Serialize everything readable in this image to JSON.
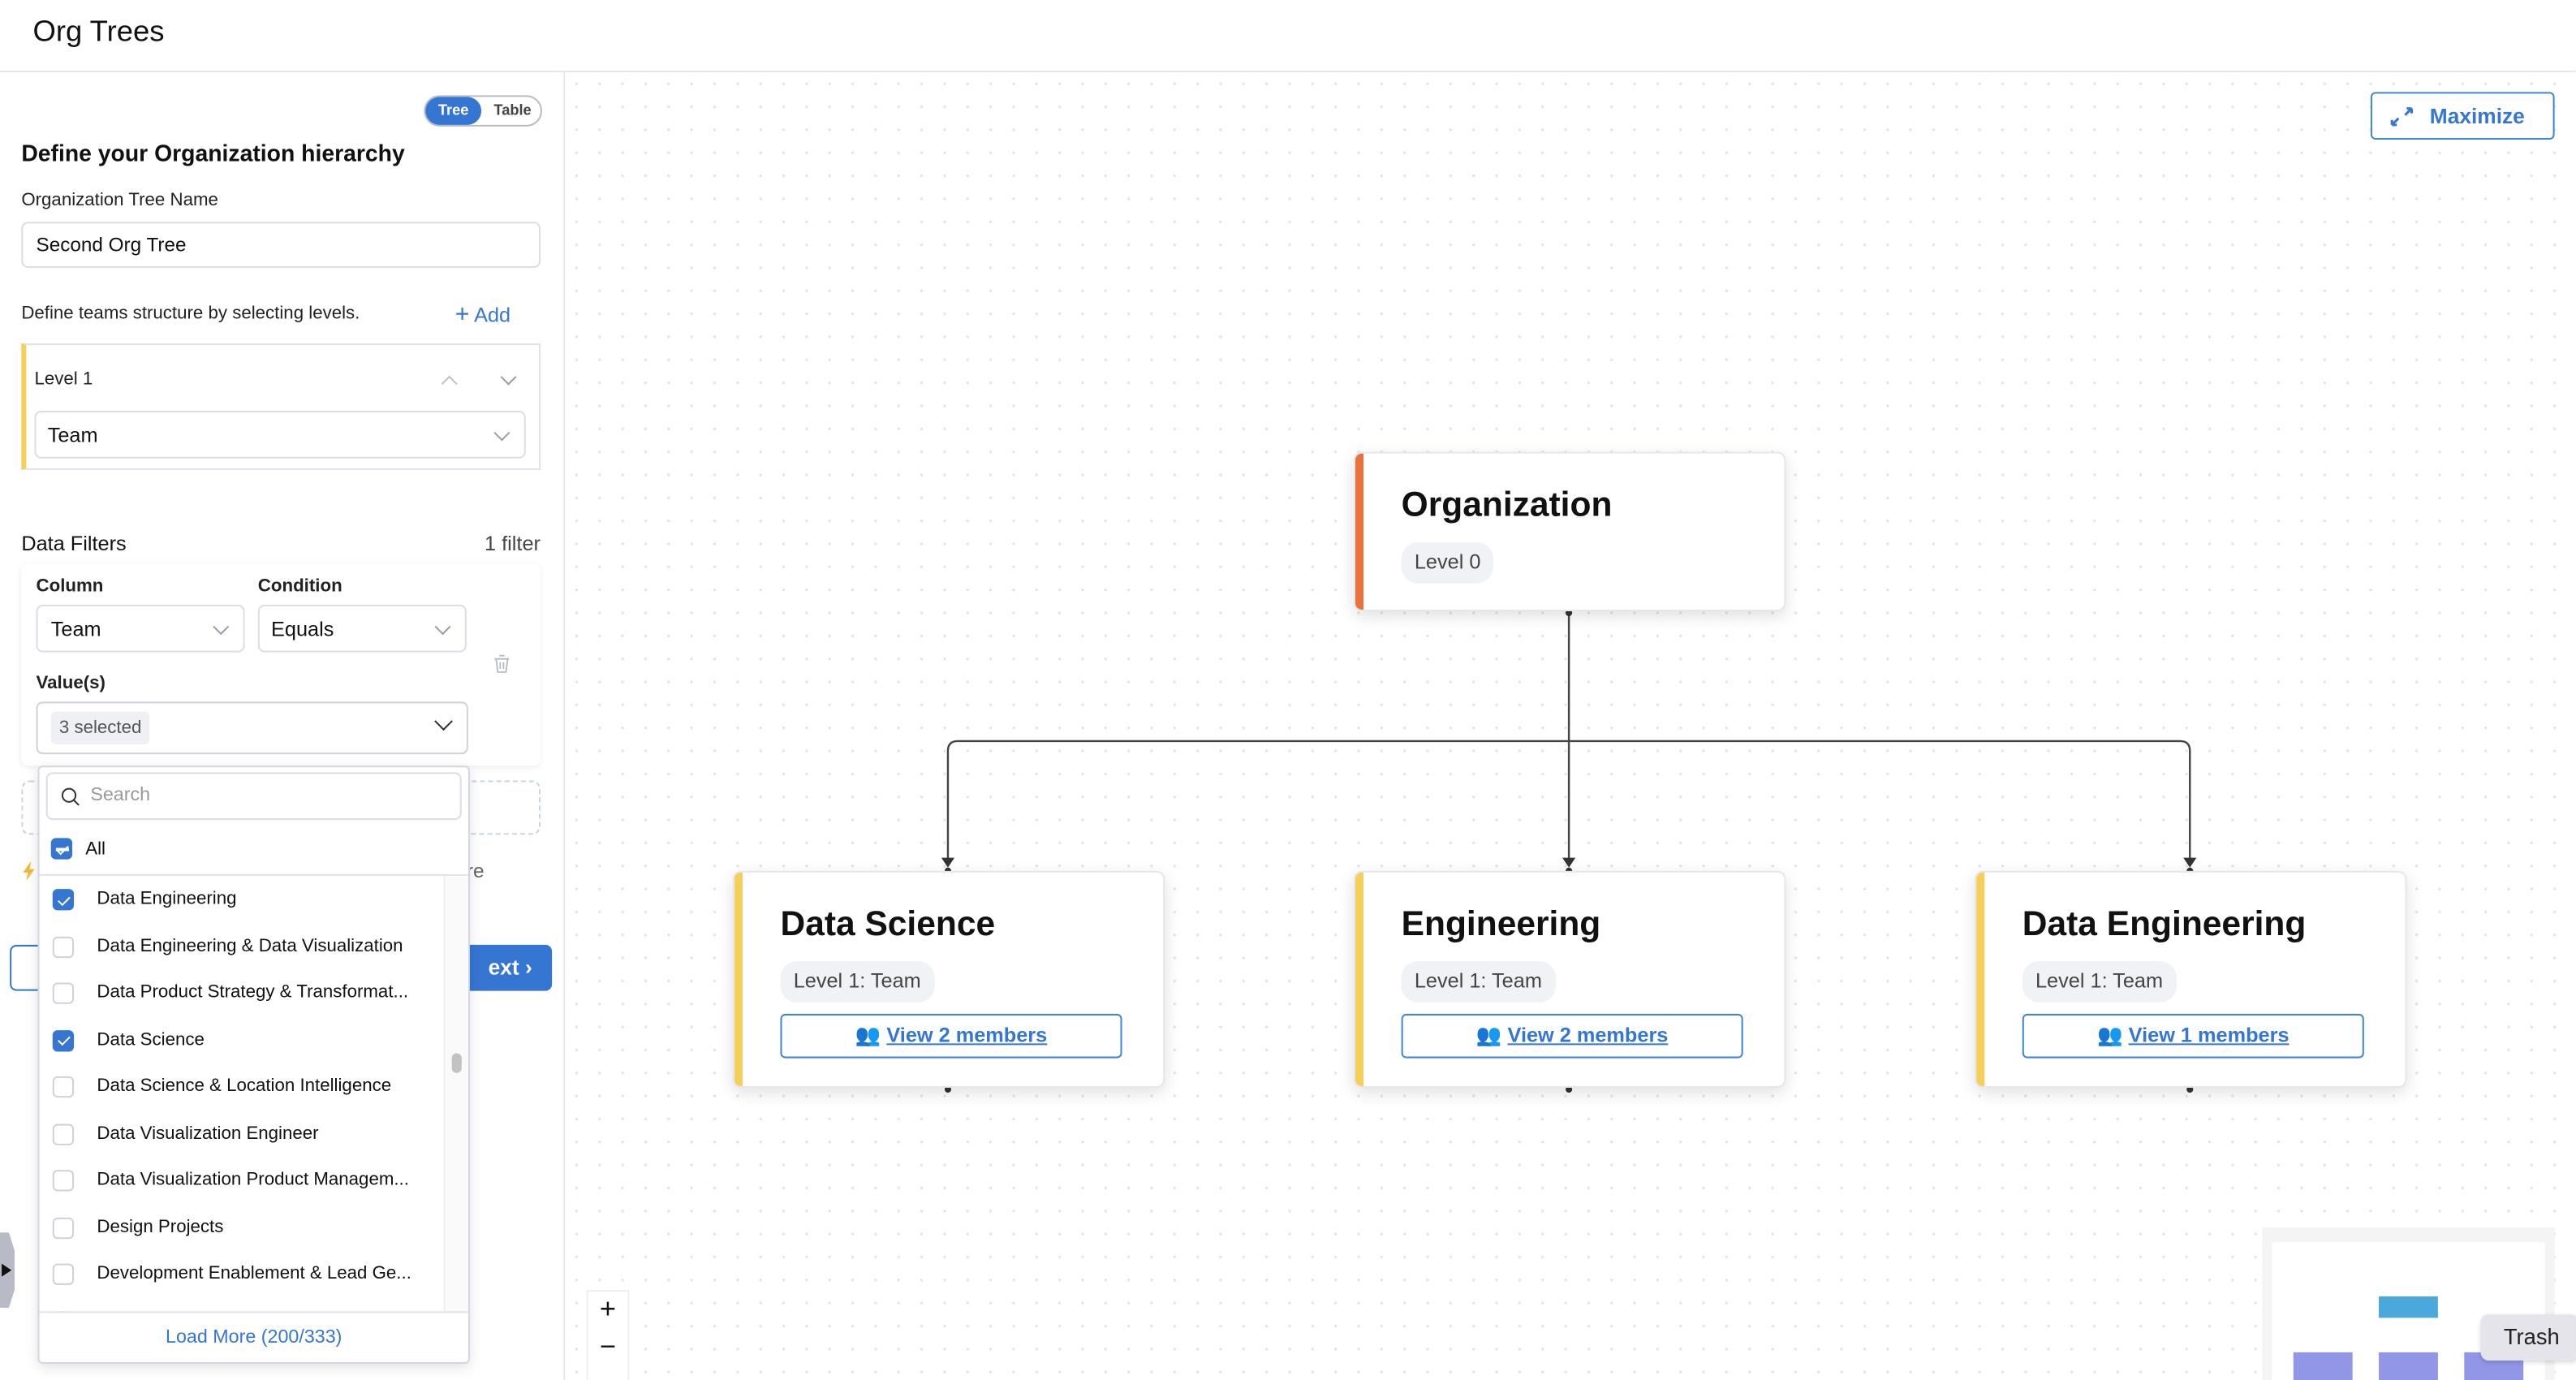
{
  "header": {
    "title": "Org Trees"
  },
  "view_toggle": {
    "tree": "Tree",
    "table": "Table",
    "selected": "Tree"
  },
  "form": {
    "heading": "Define your Organization hierarchy",
    "tree_name_label": "Organization Tree Name",
    "tree_name_value": "Second Org Tree",
    "levels_hint": "Define teams structure by selecting levels.",
    "add_label": "Add",
    "levels": [
      {
        "label": "Level 1",
        "value": "Team"
      }
    ]
  },
  "filters": {
    "title": "Data Filters",
    "count": "1 filter",
    "column_label": "Column",
    "column_value": "Team",
    "condition_label": "Condition",
    "condition_value": "Equals",
    "values_label": "Value(s)",
    "values_chip": "3 selected",
    "partial_text": "re",
    "next_label": "ext"
  },
  "dropdown": {
    "search_placeholder": "Search",
    "all_label": "All",
    "items": [
      {
        "label": "Data Engineering",
        "checked": true
      },
      {
        "label": "Data Engineering & Data Visualization",
        "checked": false
      },
      {
        "label": "Data Product Strategy & Transformat...",
        "checked": false
      },
      {
        "label": "Data Science",
        "checked": true
      },
      {
        "label": "Data Science & Location Intelligence",
        "checked": false
      },
      {
        "label": "Data Visualization Engineer",
        "checked": false
      },
      {
        "label": "Data Visualization Product Managem...",
        "checked": false
      },
      {
        "label": "Design Projects",
        "checked": false
      },
      {
        "label": "Development Enablement & Lead Ge...",
        "checked": false
      }
    ],
    "load_more": "Load More (200/333)"
  },
  "canvas": {
    "maximize_label": "Maximize",
    "root": {
      "title": "Organization",
      "level": "Level 0",
      "color": "#e8743b"
    },
    "children": [
      {
        "title": "Data Science",
        "level": "Level 1: Team",
        "members": "View 2 members",
        "color": "#f5cf57"
      },
      {
        "title": "Engineering",
        "level": "Level 1: Team",
        "members": "View 2 members",
        "color": "#f5cf57"
      },
      {
        "title": "Data Engineering",
        "level": "Level 1: Team",
        "members": "View 1 members",
        "color": "#f5cf57"
      }
    ],
    "zoom_in": "+",
    "zoom_out": "−",
    "tooltip": "Trash"
  },
  "colors": {
    "accent": "#3576d2",
    "minimap_root": "#4aa8dd",
    "minimap_child": "#9196e6"
  }
}
